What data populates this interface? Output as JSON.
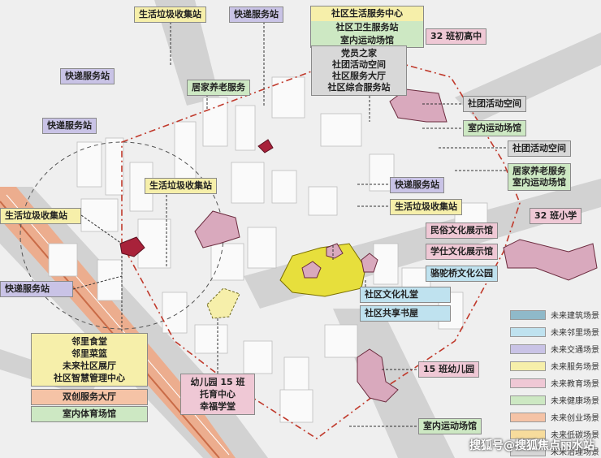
{
  "labels": {
    "garbage_top": "生活垃圾收集站",
    "express_top": "快递服务站",
    "community_center": [
      "社区生活服务中心",
      "社区卫生服务站",
      "室内运动场馆"
    ],
    "school_32_junior": "32 班初高中",
    "party_group": [
      "党员之家",
      "社团活动空间",
      "社区服务大厅",
      "社区综合服务站"
    ],
    "express_left_1": "快递服务站",
    "elderly_care_top": "居家养老服务",
    "express_left_2": "快递服务站",
    "club_space_1": "社团活动空间",
    "indoor_sports_1": "室内运动场馆",
    "club_space_2": "社团活动空间",
    "elderly_sports_right": [
      "居家养老服务",
      "室内运动场馆"
    ],
    "garbage_mid": "生活垃圾收集站",
    "express_mid": "快递服务站",
    "garbage_left": "生活垃圾收集站",
    "garbage_right": "生活垃圾收集站",
    "folk_hall": "民俗文化展示馆",
    "school_32_primary": "32 班小学",
    "scholar_hall": "学仕文化展示馆",
    "camel_park": "骆驼桥文化公园",
    "express_left_3": "快递服务站",
    "culture_hall": "社区文化礼堂",
    "shared_bookstore": "社区共享书屋",
    "neighbor_group": [
      "邻里食堂",
      "邻里菜篮",
      "未来社区展厅",
      "社区智慧管理中心"
    ],
    "innovation_hall": "双创服务大厅",
    "indoor_gym": "室内体育场馆",
    "kindergarten_group": [
      "幼儿园 15 班",
      "托育中心",
      "幸福学堂"
    ],
    "kindergarten_15": "15 班幼儿园",
    "indoor_sports_2": "室内运动场馆"
  },
  "legend": [
    {
      "label": "未来建筑场景",
      "color": "#8fb9c9"
    },
    {
      "label": "未来邻里场景",
      "color": "#bfe2ef"
    },
    {
      "label": "未来交通场景",
      "color": "#c9c3e6"
    },
    {
      "label": "未来服务场景",
      "color": "#f6efaa"
    },
    {
      "label": "未来教育场景",
      "color": "#efc8d5"
    },
    {
      "label": "未来健康场景",
      "color": "#cde8c3"
    },
    {
      "label": "未来创业场景",
      "color": "#f5c3a6"
    },
    {
      "label": "未来低碳场景",
      "color": "#f7dc9c"
    },
    {
      "label": "未来治理场景",
      "color": "#d6d6d6"
    }
  ],
  "watermark": "搜狐号@搜狐焦点丽水站",
  "colors": {
    "boundary": "#c0392b",
    "park": "#e7df3c",
    "facility": "#d9a9bd",
    "facility_dark": "#a8223a",
    "railway": "#e89066"
  }
}
